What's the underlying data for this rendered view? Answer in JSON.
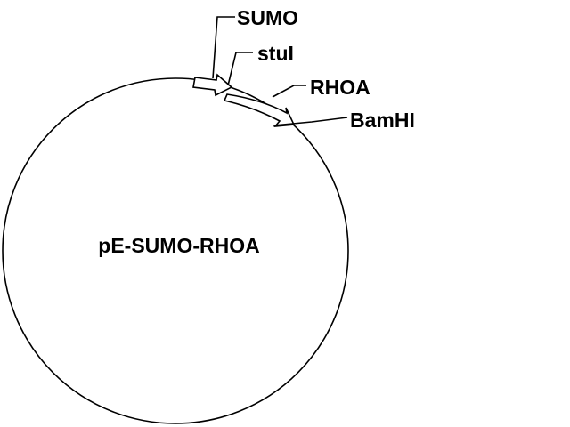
{
  "plasmid": {
    "name": "pE-SUMO-RHOA"
  },
  "features": {
    "sumo": "SUMO",
    "stui": "stuI",
    "rhoa": "RHOA",
    "bamhi": "BamHI"
  },
  "colors": {
    "line": "#000000",
    "fill": "#ffffff",
    "background": "#ffffff"
  }
}
